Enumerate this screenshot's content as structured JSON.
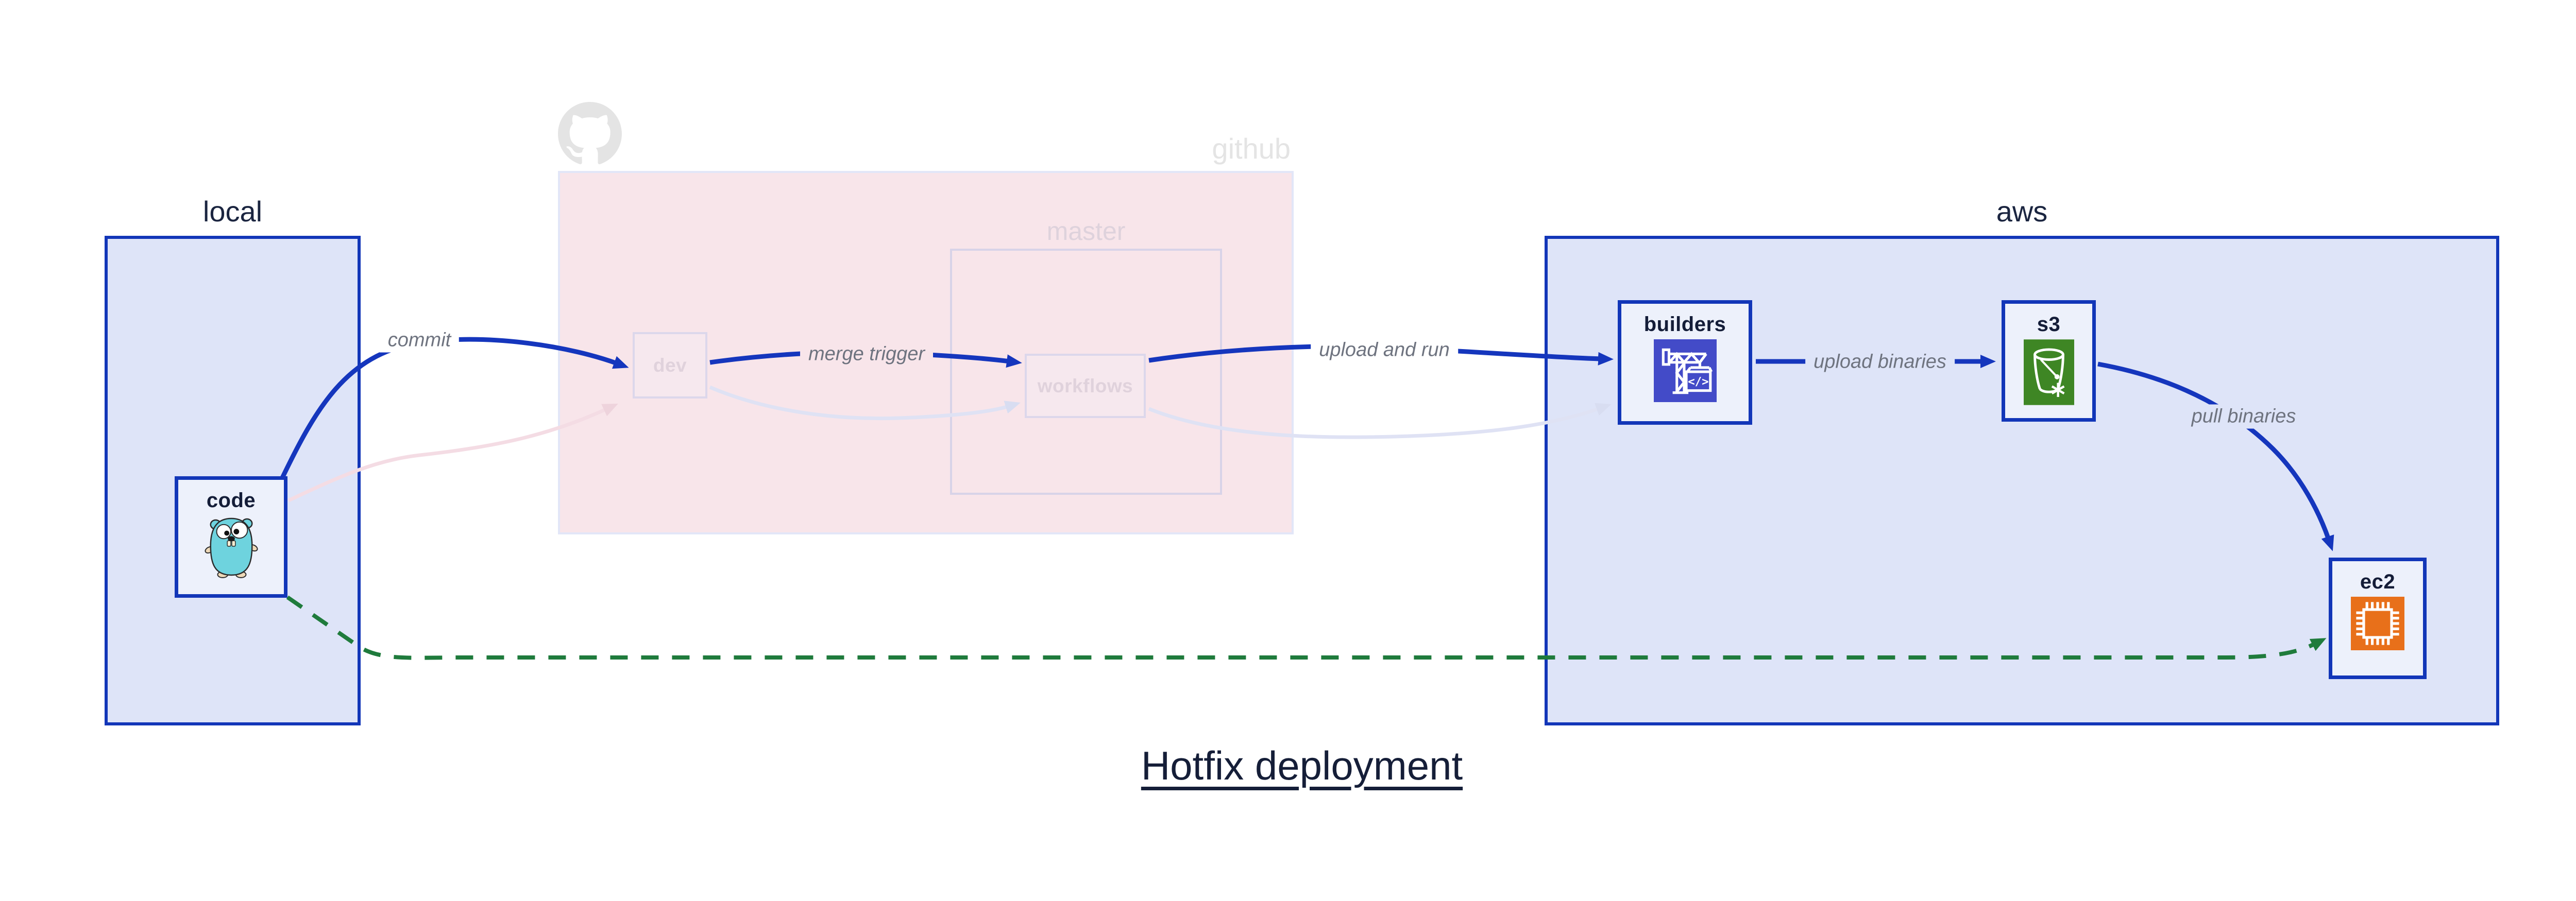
{
  "diagram_title": "Hotfix deployment",
  "regions": {
    "local": {
      "label": "local"
    },
    "github": {
      "label": "github",
      "master": {
        "label": "master"
      }
    },
    "aws": {
      "label": "aws"
    }
  },
  "nodes": {
    "code": {
      "label": "code",
      "icon": "gopher-icon"
    },
    "dev": {
      "label": "dev"
    },
    "workflows": {
      "label": "workflows"
    },
    "builders": {
      "label": "builders",
      "icon": "codebuild-crane-icon"
    },
    "s3": {
      "label": "s3",
      "icon": "s3-glacier-bucket-icon"
    },
    "ec2": {
      "label": "ec2",
      "icon": "ec2-chip-icon"
    }
  },
  "edges": {
    "commit": {
      "label": "commit",
      "style": "solid",
      "color": "#1536bd"
    },
    "merge_trigger": {
      "label": "merge trigger",
      "style": "solid",
      "color": "#1536bd"
    },
    "upload_and_run": {
      "label": "upload and run",
      "style": "solid",
      "color": "#1536bd"
    },
    "upload_binaries": {
      "label": "upload binaries",
      "style": "solid",
      "color": "#1536bd"
    },
    "pull_binaries": {
      "label": "pull binaries",
      "style": "solid",
      "color": "#1536bd"
    },
    "hotfix_direct": {
      "label": "",
      "style": "dashed",
      "color": "#1f7b3c"
    },
    "code_to_dev_faded": {
      "label": "",
      "style": "faded",
      "color": "#f4dce4"
    },
    "dev_to_workflows_faded": {
      "label": "",
      "style": "faded",
      "color": "#dfe2f4"
    },
    "workflows_to_builders_faded": {
      "label": "",
      "style": "faded",
      "color": "#dfe2f4"
    }
  },
  "icons": {
    "github": "github-octocat-icon",
    "code": "gopher-icon",
    "builders": "codebuild-crane-icon",
    "s3": "s3-glacier-bucket-icon",
    "ec2": "ec2-chip-icon"
  },
  "palette": {
    "arrow_blue": "#1536bd",
    "border_blue": "#1236b8",
    "region_fill": "#dee4f8",
    "node_fill": "#edf1fb",
    "github_fill": "#f8e5ea",
    "github_border": "#e2e6f8",
    "master_border": "#d8d3e8",
    "faded_node_border": "#dcd7eb",
    "faded_node_text": "#e0d2dc",
    "github_gray": "#e4e4e4",
    "hotfix_green": "#1f7b3c",
    "edge_label_gray": "#6e737f",
    "title_navy": "#151e38",
    "builders_icon_bg": "#434bc8",
    "s3_icon_bg": "#3e8624",
    "ec2_icon_bg": "#e8701a",
    "gopher_teal": "#6ed3de"
  }
}
